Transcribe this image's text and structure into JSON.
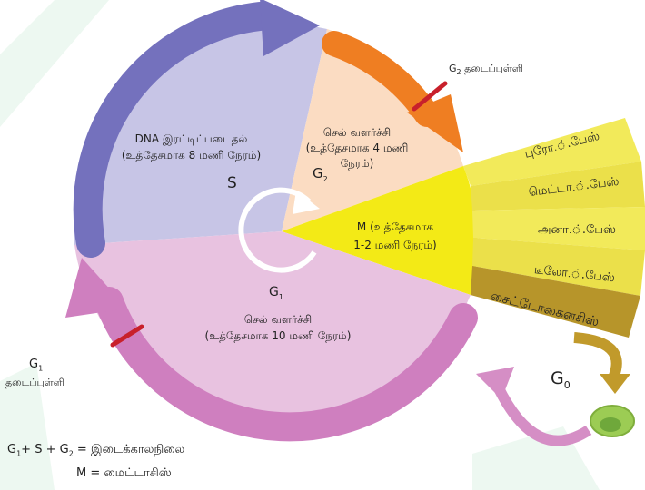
{
  "phases": {
    "s": {
      "letter": "S",
      "line1": "DNA இரட்டிப்படைதல்",
      "line2": "(உத்தேசமாக 8 மணி நேரம்)"
    },
    "g2": {
      "letter": "G",
      "sub": "2",
      "line1": "செல் வளர்ச்சி",
      "line2": "(உத்தேசமாக 4 மணி",
      "line3": "நேரம்)"
    },
    "m": {
      "line1": "M (உத்தேசமாக",
      "line2": "1-2 மணி நேரம்)"
    },
    "g1": {
      "letter": "G",
      "sub": "1",
      "line1": "செல் வளர்ச்சி",
      "line2": "(உத்தேசமாக 10 மணி நேரம்)"
    },
    "g0": {
      "letter": "G",
      "sub": "0"
    }
  },
  "mitosis_stages": [
    "புரோ.்.பேஸ்",
    "மெட்டா.்.பேஸ்",
    "அனா.்.பேஸ்",
    "டீலோ.்.பேஸ்",
    "சைட்டோகைனசிஸ்"
  ],
  "checkpoints": {
    "g2": {
      "letter": "G",
      "sub": "2",
      "text": "தடைப்புள்ளி"
    },
    "g1": {
      "letter": "G",
      "sub": "1",
      "text": "தடைப்புள்ளி"
    }
  },
  "legend": {
    "line1_a": "G",
    "line1_a_sub": "1",
    "line1_b": "+ S + G",
    "line1_b_sub": "2",
    "line1_c": " =  இடைக்காலநிலை",
    "line2": "M = மைட்டாசிஸ்"
  },
  "colors": {
    "s_sector": "#c7c5e6",
    "g2_sector": "#fbdcc2",
    "m_sector": "#f3ea16",
    "g1_sector": "#e8c2e0",
    "s_arrow": "#7471bd",
    "g2_arrow": "#ef7e22",
    "g1_arrow": "#cf7fbf",
    "checkpoint": "#c8202b",
    "stage_light": "#f2ea5a",
    "stage_mid": "#ebe04a",
    "cytokinesis": "#b7952a",
    "g0_cell": "#9ccc54"
  }
}
